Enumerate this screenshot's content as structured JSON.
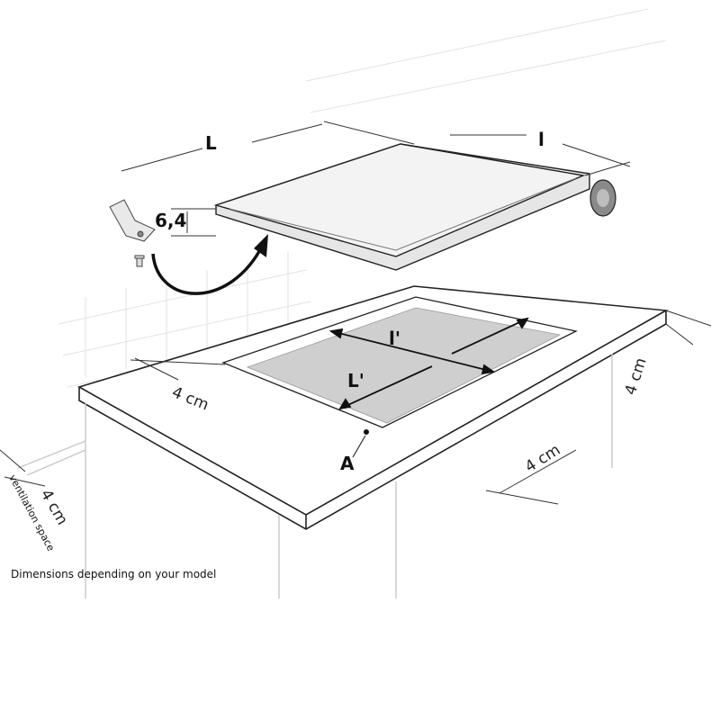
{
  "labels": {
    "length_L": "L",
    "width_l": "l",
    "thickness": "6,4",
    "cutout_width": "l'",
    "cutout_length": "L'",
    "point_a": "A",
    "gap_front": "4 cm",
    "gap_right_side": "4 cm",
    "gap_right_back": "4 cm",
    "ventilation_gap": "4 cm",
    "ventilation_text": "ventilation space",
    "note": "Dimensions depending on your model"
  },
  "colors": {
    "line": "#222222",
    "light_line": "#c8c8c8",
    "cutout_fill": "#cfcfcf",
    "hob_top": "#ececec",
    "hob_edge": "#d6d6d6",
    "knob": "#8a8a8a"
  }
}
